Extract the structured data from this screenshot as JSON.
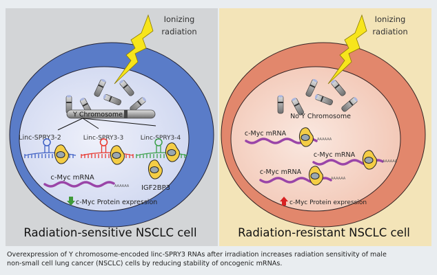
{
  "left_panel": {
    "radiation_label": [
      "Ionizing",
      "radiation"
    ],
    "chromosome_label": "Y Chromosome",
    "lincs": [
      {
        "label": "Linc-SPRY3-2",
        "color": "#3d5fc4"
      },
      {
        "label": "Linc-SPRY3-3",
        "color": "#e8352c"
      },
      {
        "label": "Linc-SPRY3-4",
        "color": "#3aa04a"
      }
    ],
    "mrna_label": "c-Myc mRNA",
    "polya": "AAAAAA",
    "protein_label": "IGF2BP3",
    "expression_label": "c-Myc Protein expression",
    "expression_direction": "down",
    "title": "Radiation-sensitive NSCLC cell",
    "colors": {
      "panel": "#d3d5d7",
      "outer": "#5a7cc8",
      "inner": "#dfe4f4"
    }
  },
  "right_panel": {
    "radiation_label": [
      "Ionizing",
      "radiation"
    ],
    "chromosome_label": "No Y Chromosome",
    "mrna_labels": [
      "c-Myc mRNA",
      "c-Myc mRNA",
      "c-Myc mRNA"
    ],
    "polya": "AAAAAA",
    "expression_label": "c-Myc Protein expression",
    "expression_direction": "up",
    "title": "Radiation-resistant NSCLC cell",
    "colors": {
      "panel": "#f3e4b8",
      "outer": "#e2876c",
      "inner": "#f6d8cc"
    }
  },
  "caption": [
    "Overexpression of Y chromosome-encoded linc-SPRY3 RNAs after irradiation increases radiation sensitivity of male",
    "non-small cell lung cancer (NSCLC) cells by reducing stability of oncogenic mRNAs."
  ]
}
